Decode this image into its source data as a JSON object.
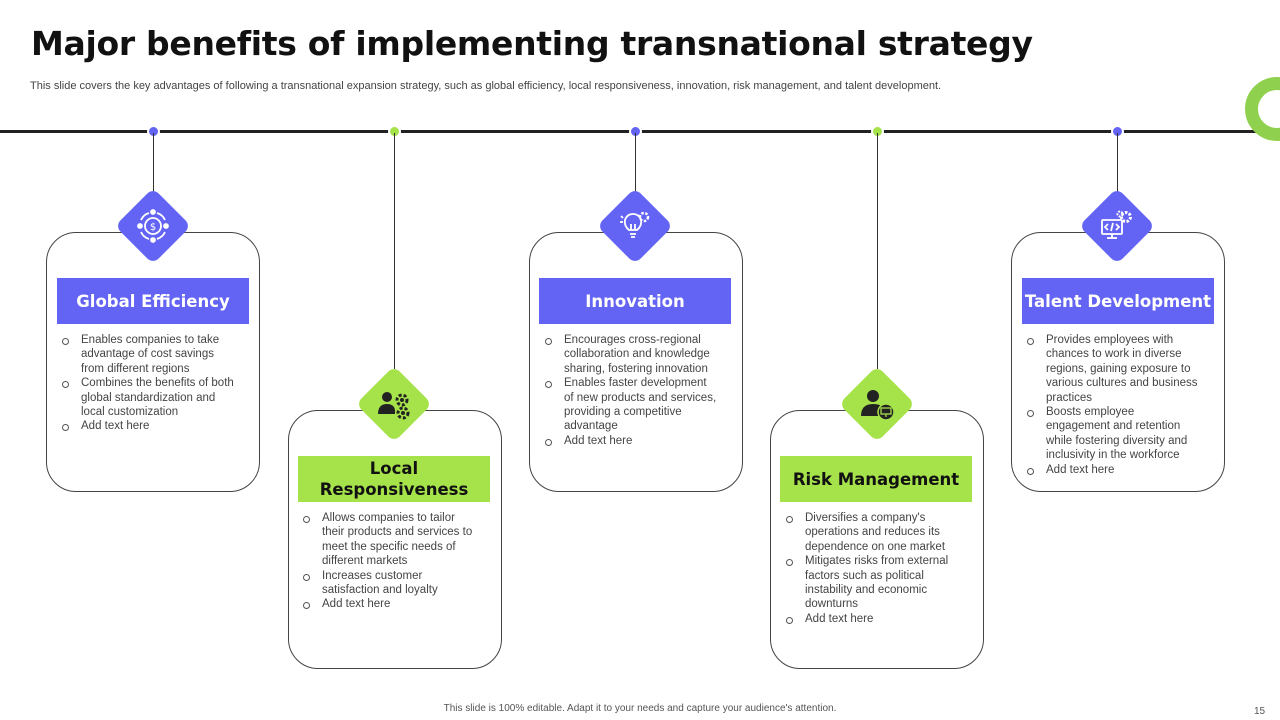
{
  "slide": {
    "title": "Major benefits of implementing transnational strategy",
    "subtitle": "This slide covers the key advantages of following a transnational expansion strategy, such as global efficiency, local responsiveness, innovation, risk management, and talent development.",
    "footer": "This slide is 100% editable. Adapt it to your needs and capture your audience's attention.",
    "page_number": "15"
  },
  "colors": {
    "purple": "#6464f4",
    "green": "#a6e24a",
    "line": "#222222"
  },
  "benefits": [
    {
      "title": "Global Efficiency",
      "icon": "globe-dollar-icon",
      "bullets": [
        "Enables companies to take advantage of cost savings from different regions",
        "Combines the benefits of both global standardization and local customization",
        "Add text here"
      ]
    },
    {
      "title": "Local Responsiveness",
      "icon": "people-gears-icon",
      "bullets": [
        "Allows companies to tailor their products and services to meet the specific needs of different markets",
        "Increases customer satisfaction and loyalty",
        "Add text here"
      ]
    },
    {
      "title": "Innovation",
      "icon": "lightbulb-gear-icon",
      "bullets": [
        "Encourages cross-regional collaboration and knowledge sharing, fostering innovation",
        "Enables faster development of new products and services, providing a competitive advantage",
        "Add text here"
      ]
    },
    {
      "title": "Risk Management",
      "icon": "person-monitor-icon",
      "bullets": [
        "Diversifies a company's operations and reduces its dependence on one market",
        "Mitigates risks from external factors such as political instability and economic downturns",
        "Add text here"
      ]
    },
    {
      "title": "Talent Development",
      "icon": "code-monitor-gears-icon",
      "bullets": [
        "Provides employees with chances to work in diverse regions, gaining exposure to various cultures and business practices",
        "Boosts employee engagement and retention while fostering diversity and inclusivity in the workforce",
        "Add text here"
      ]
    }
  ]
}
